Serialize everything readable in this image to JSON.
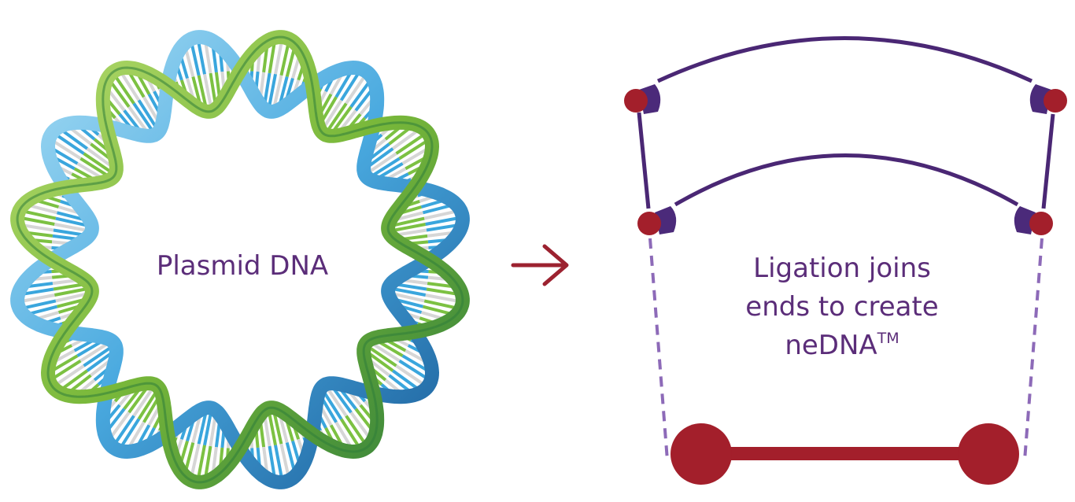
{
  "labels": {
    "plasmid": "Plasmid DNA",
    "ligation_line1": "Ligation joins",
    "ligation_line2": "ends to create",
    "ligation_line3": "neDNA",
    "trademark": "TM"
  },
  "colors": {
    "text_purple": "#5b2d79",
    "strand_purple": "#4a2774",
    "cap_purple": "#4b2a7a",
    "end_red": "#a31f2b",
    "dashed_purple": "#8d6ab8",
    "arrow_red": "#9c2230",
    "helix_green": "#79b83a",
    "helix_dark_green": "#2f7d3b",
    "helix_blue": "#6cc2ea",
    "helix_dark_blue": "#1f6aa8",
    "rung_gray": "#d6d6d6"
  },
  "icons": {
    "plasmid": "circular-double-helix",
    "arrow": "right-arrow",
    "end_cap": "hairpin-end-cap"
  }
}
